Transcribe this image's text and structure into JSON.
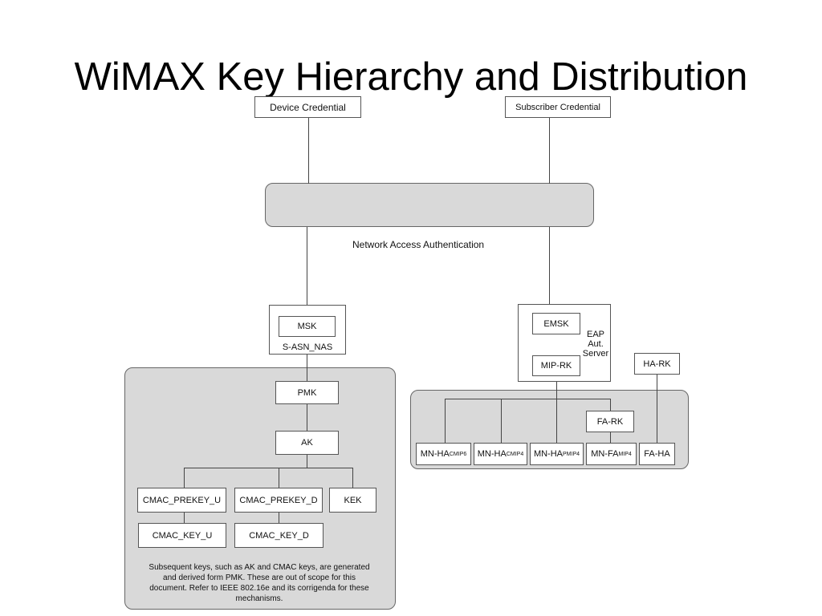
{
  "title": "WiMAX Key Hierarchy and Distribution",
  "nodes": {
    "device_credential": "Device Credential",
    "subscriber_credential": "Subscriber Credential",
    "network_access_auth": "Network Access Authentication",
    "msk": "MSK",
    "s_asn_nas": "S-ASN_NAS",
    "emsk": "EMSK",
    "mip_rk": "MIP-RK",
    "eap_line1": "EAP",
    "eap_line2": "Aut.",
    "eap_line3": "Server",
    "ha_rk": "HA-RK",
    "pmk": "PMK",
    "ak": "AK",
    "cmac_prekey_u": "CMAC_PREKEY_U",
    "cmac_prekey_d": "CMAC_PREKEY_D",
    "kek": "KEK",
    "cmac_key_u": "CMAC_KEY_U",
    "cmac_key_d": "CMAC_KEY_D",
    "fa_rk": "FA-RK",
    "mn_ha_cmip6": {
      "main": "MN-HA",
      "sub": "CMIP6"
    },
    "mn_ha_cmip4": {
      "main": "MN-HA",
      "sub": "CMIP4"
    },
    "mn_ha_pmip4": {
      "main": "MN-HA",
      "sub": "PMIP4"
    },
    "mn_fa_mip4": {
      "main": "MN-FA",
      "sub": "MIP4"
    },
    "fa_ha": "FA-HA"
  },
  "note": "Subsequent keys, such as AK and CMAC keys, are generated and derived form PMK. These are out of scope for this document. Refer to IEEE 802.16e and its corrigenda for these mechanisms."
}
